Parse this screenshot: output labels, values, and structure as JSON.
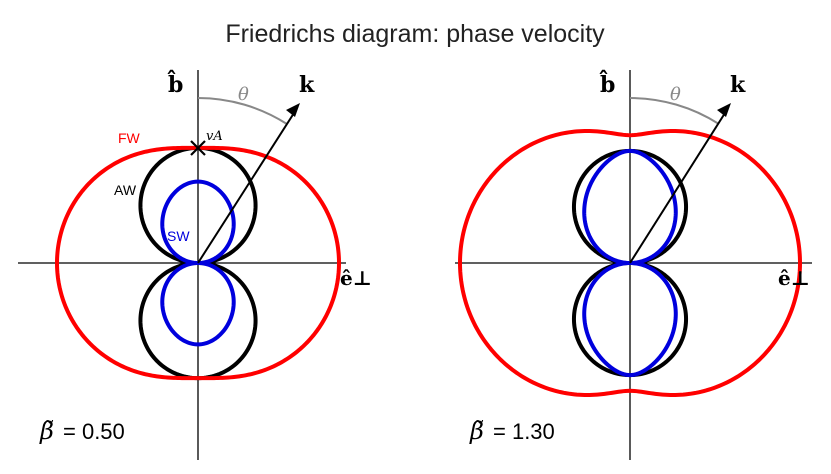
{
  "title": "Friedrichs diagram: phase velocity",
  "labels": {
    "b_hat": "b̂",
    "k": "k",
    "theta": "θ",
    "e_perp": "ê⊥",
    "v_A": "vA",
    "FW": "FW",
    "AW": "AW",
    "SW": "SW",
    "beta_symbol": "β̃"
  },
  "colors": {
    "FW": "#ff0000",
    "AW": "#000000",
    "SW": "#0000dd",
    "angle_arc": "#888888"
  },
  "panels": [
    {
      "beta_text": "= 0.50",
      "beta": 0.5,
      "show_wave_labels": true
    },
    {
      "beta_text": "= 1.30",
      "beta": 1.3,
      "show_wave_labels": false
    }
  ]
}
